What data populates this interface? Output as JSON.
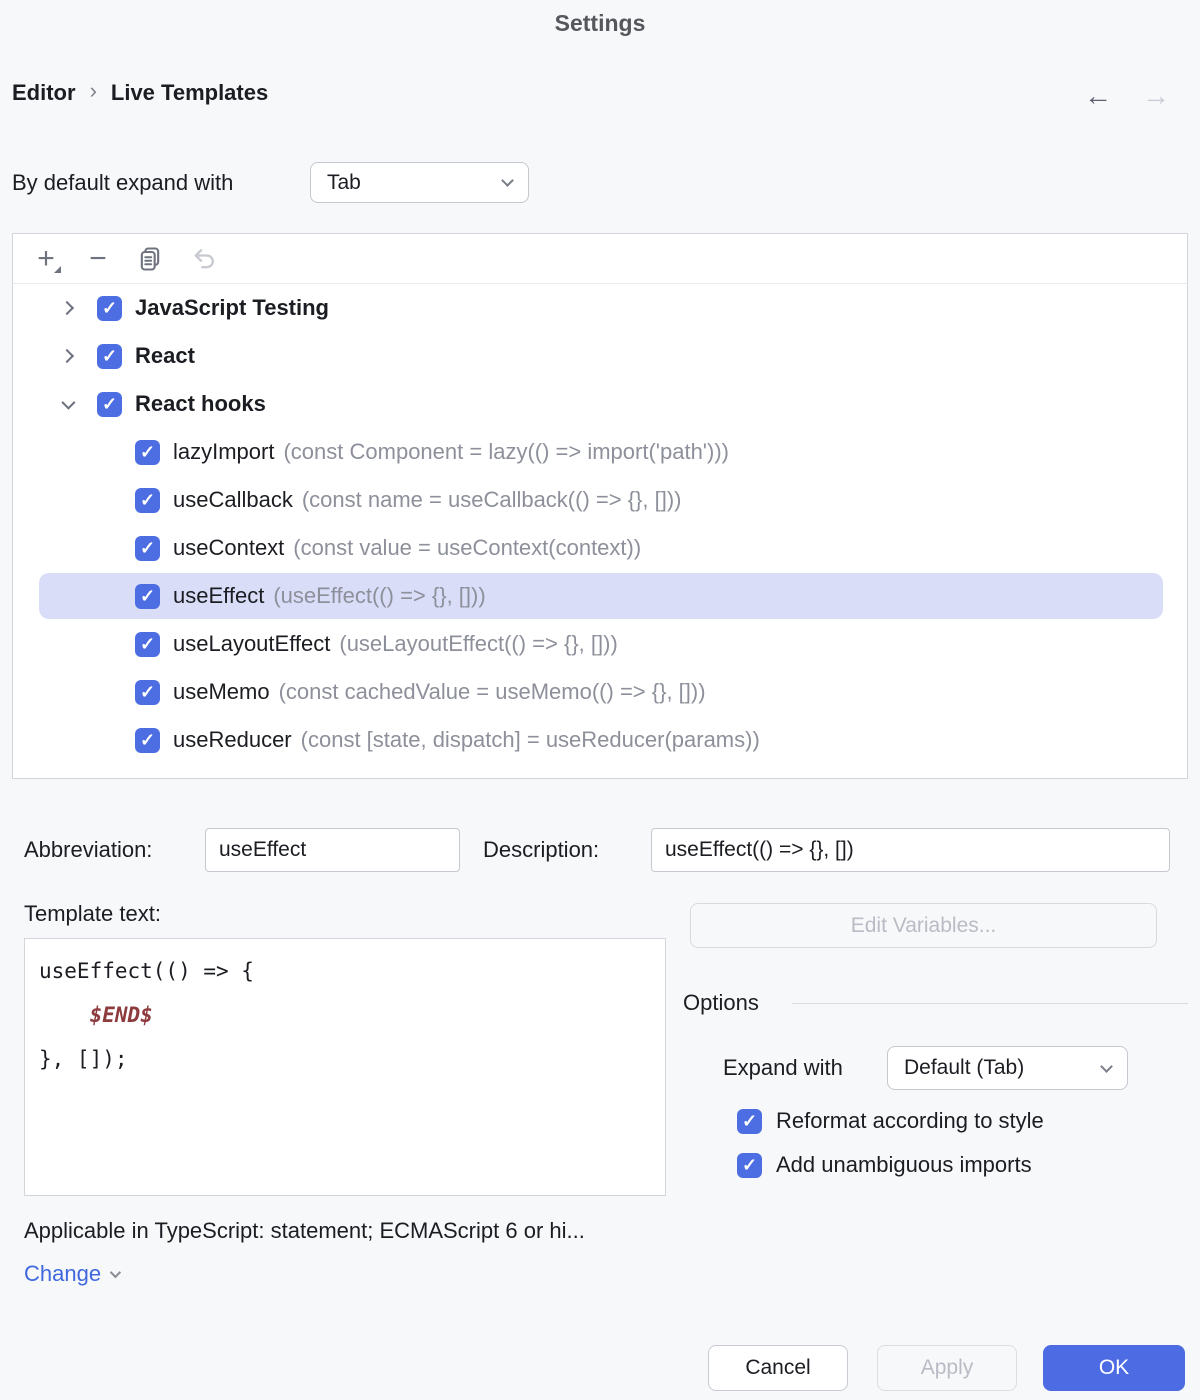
{
  "window": {
    "title": "Settings"
  },
  "breadcrumb": {
    "item1": "Editor",
    "item2": "Live Templates",
    "separator": "›"
  },
  "nav": {
    "back_icon": "←",
    "forward_icon": "→"
  },
  "expand_default": {
    "label": "By default expand with",
    "value": "Tab"
  },
  "toolbar": {
    "add_glyph": "+",
    "remove_glyph": "−",
    "icons": [
      "add-template",
      "remove-template",
      "duplicate-template",
      "restore-defaults"
    ]
  },
  "tree": {
    "groups": [
      {
        "label": "JavaScript Testing",
        "expanded": false,
        "checked": true
      },
      {
        "label": "React",
        "expanded": false,
        "checked": true
      },
      {
        "label": "React hooks",
        "expanded": true,
        "checked": true
      }
    ],
    "templates": [
      {
        "name": "lazyImport",
        "description": "(const Component = lazy(() => import('path')))",
        "checked": true,
        "selected": false
      },
      {
        "name": "useCallback",
        "description": "(const name = useCallback(() => {}, []))",
        "checked": true,
        "selected": false
      },
      {
        "name": "useContext",
        "description": "(const value = useContext(context))",
        "checked": true,
        "selected": false
      },
      {
        "name": "useEffect",
        "description": "(useEffect(() => {}, []))",
        "checked": true,
        "selected": true
      },
      {
        "name": "useLayoutEffect",
        "description": "(useLayoutEffect(() => {}, []))",
        "checked": true,
        "selected": false
      },
      {
        "name": "useMemo",
        "description": "(const cachedValue = useMemo(() => {}, []))",
        "checked": true,
        "selected": false
      },
      {
        "name": "useReducer",
        "description": "(const [state, dispatch] = useReducer(params))",
        "checked": true,
        "selected": false
      }
    ]
  },
  "form": {
    "abbreviation_label": "Abbreviation:",
    "abbreviation_value": "useEffect",
    "description_label": "Description:",
    "description_value": "useEffect(() => {}, [])",
    "template_text_label": "Template text:",
    "template_text": {
      "line1": "useEffect(() => {",
      "line2_indent": "    ",
      "line2_token": "$END$",
      "line3": "}, []);"
    },
    "edit_variables_label": "Edit Variables..."
  },
  "options": {
    "heading": "Options",
    "expand_with_label": "Expand with",
    "expand_with_value": "Default (Tab)",
    "checkbox1": {
      "label": "Reformat according to style",
      "checked": true
    },
    "checkbox2": {
      "label": "Add unambiguous imports",
      "checked": true
    }
  },
  "footer": {
    "applicable_text": "Applicable in TypeScript: statement; ECMAScript 6 or hi...",
    "change_label": "Change"
  },
  "actions": {
    "cancel": "Cancel",
    "apply": "Apply",
    "ok": "OK"
  },
  "colors": {
    "accent_blue": "#4D6BE2",
    "checkbox_blue": "#4D6EE3",
    "selection_background": "#D9DDF8",
    "template_variable_red": "#8E3B3E",
    "link_blue": "#3F68DE",
    "secondary_text": "#8D909A"
  }
}
